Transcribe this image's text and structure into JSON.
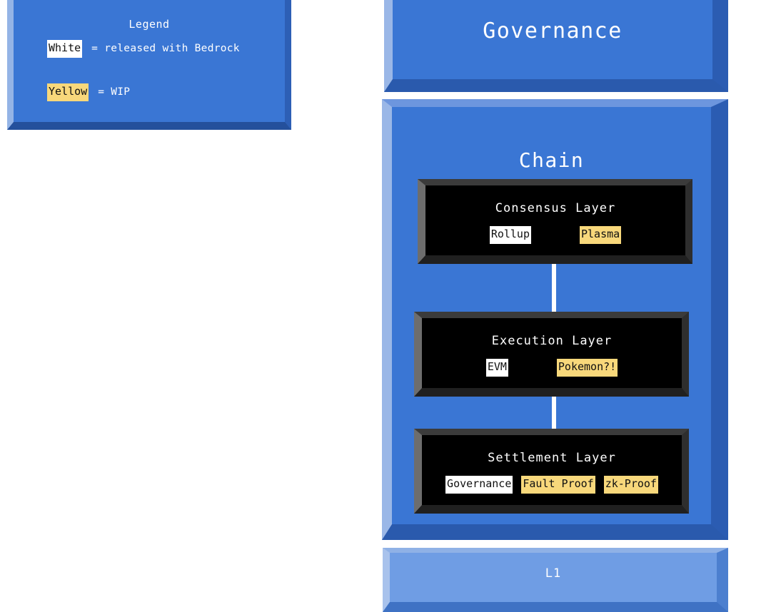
{
  "legend": {
    "title": "Legend",
    "rows": [
      {
        "tag": "White",
        "style": "white",
        "desc": "= released with Bedrock"
      },
      {
        "tag": "Yellow",
        "style": "yellow",
        "desc": "= WIP"
      }
    ]
  },
  "governance": {
    "label": "Governance"
  },
  "chain": {
    "label": "Chain",
    "layers": [
      {
        "title": "Consensus Layer",
        "tags": [
          {
            "text": "Rollup",
            "style": "white"
          },
          {
            "text": "Plasma",
            "style": "yellow"
          }
        ]
      },
      {
        "title": "Execution Layer",
        "tags": [
          {
            "text": "EVM",
            "style": "white"
          },
          {
            "text": "Pokemon?!",
            "style": "yellow"
          }
        ]
      },
      {
        "title": "Settlement Layer",
        "tags": [
          {
            "text": "Governance",
            "style": "white"
          },
          {
            "text": "Fault Proof",
            "style": "yellow"
          },
          {
            "text": "zk-Proof",
            "style": "yellow"
          }
        ]
      }
    ]
  },
  "l1": {
    "label": "L1"
  },
  "colors": {
    "blue_face": "#3a76d4",
    "blue_light_edge": "#9ab7e7",
    "blue_dark_edge": "#2b5cb2",
    "l1_face": "#6f9de4",
    "panel_black": "#000000",
    "tag_white": "#ffffff",
    "tag_yellow": "#f8d87b",
    "text_white": "#ffffff",
    "connector_white": "#ffffff"
  }
}
